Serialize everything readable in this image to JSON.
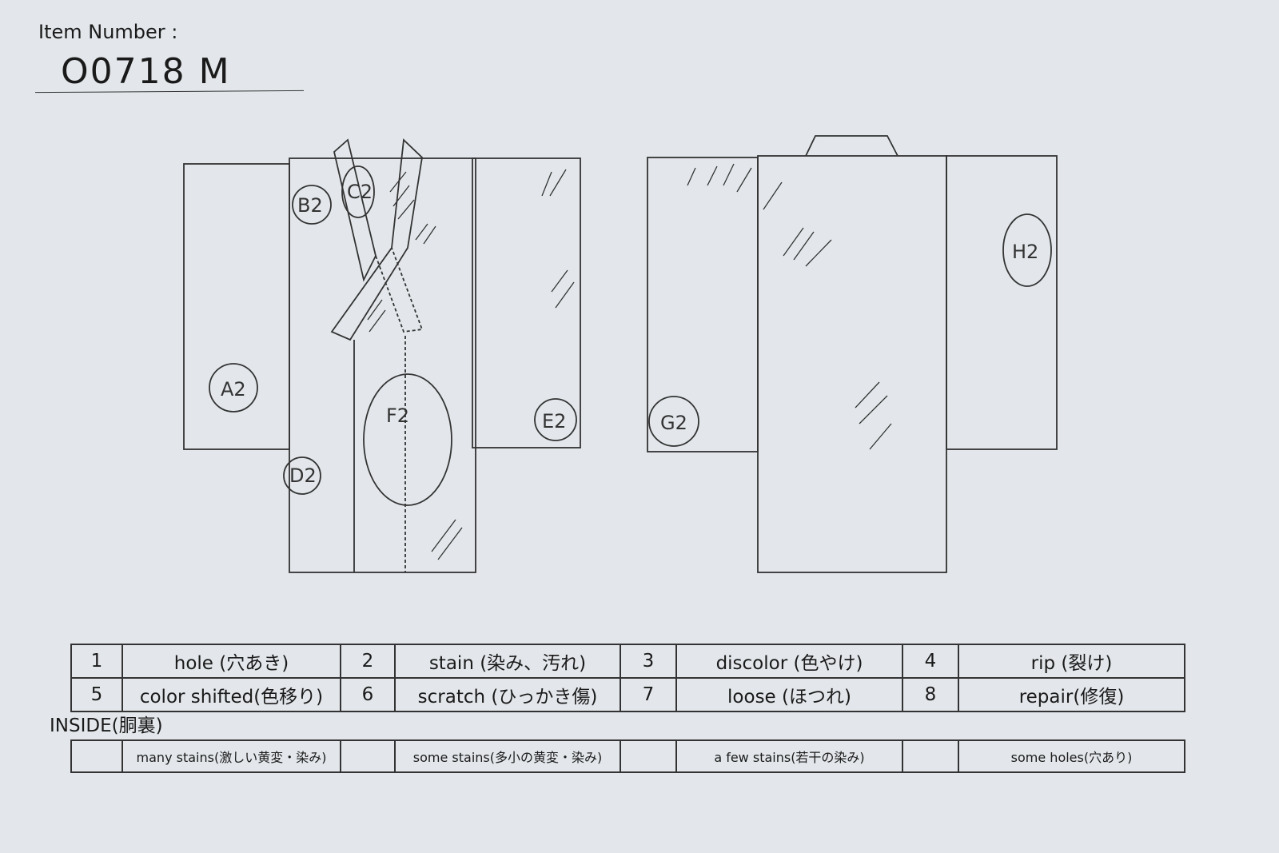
{
  "header": {
    "item_label": "Item Number :",
    "item_number": "O0718   M"
  },
  "diagram": {
    "front_marks": [
      "A2",
      "B2",
      "C2",
      "D2",
      "E2",
      "F2"
    ],
    "back_marks": [
      "G2",
      "H2"
    ]
  },
  "legend": [
    [
      {
        "num": "1",
        "label": "hole (穴あき)"
      },
      {
        "num": "2",
        "label": "stain (染み、汚れ)"
      },
      {
        "num": "3",
        "label": "discolor (色やけ)"
      },
      {
        "num": "4",
        "label": "rip (裂け)"
      }
    ],
    [
      {
        "num": "5",
        "label": "color shifted(色移り)"
      },
      {
        "num": "6",
        "label": "scratch (ひっかき傷)"
      },
      {
        "num": "7",
        "label": "loose (ほつれ)"
      },
      {
        "num": "8",
        "label": "repair(修復)"
      }
    ]
  ],
  "inside": {
    "title": "INSIDE(胴裏)",
    "items": [
      "many stains(激しい黄変・染み)",
      "some stains(多小の黄変・染み)",
      "a few stains(若干の染み)",
      "some holes(穴あり)"
    ]
  }
}
